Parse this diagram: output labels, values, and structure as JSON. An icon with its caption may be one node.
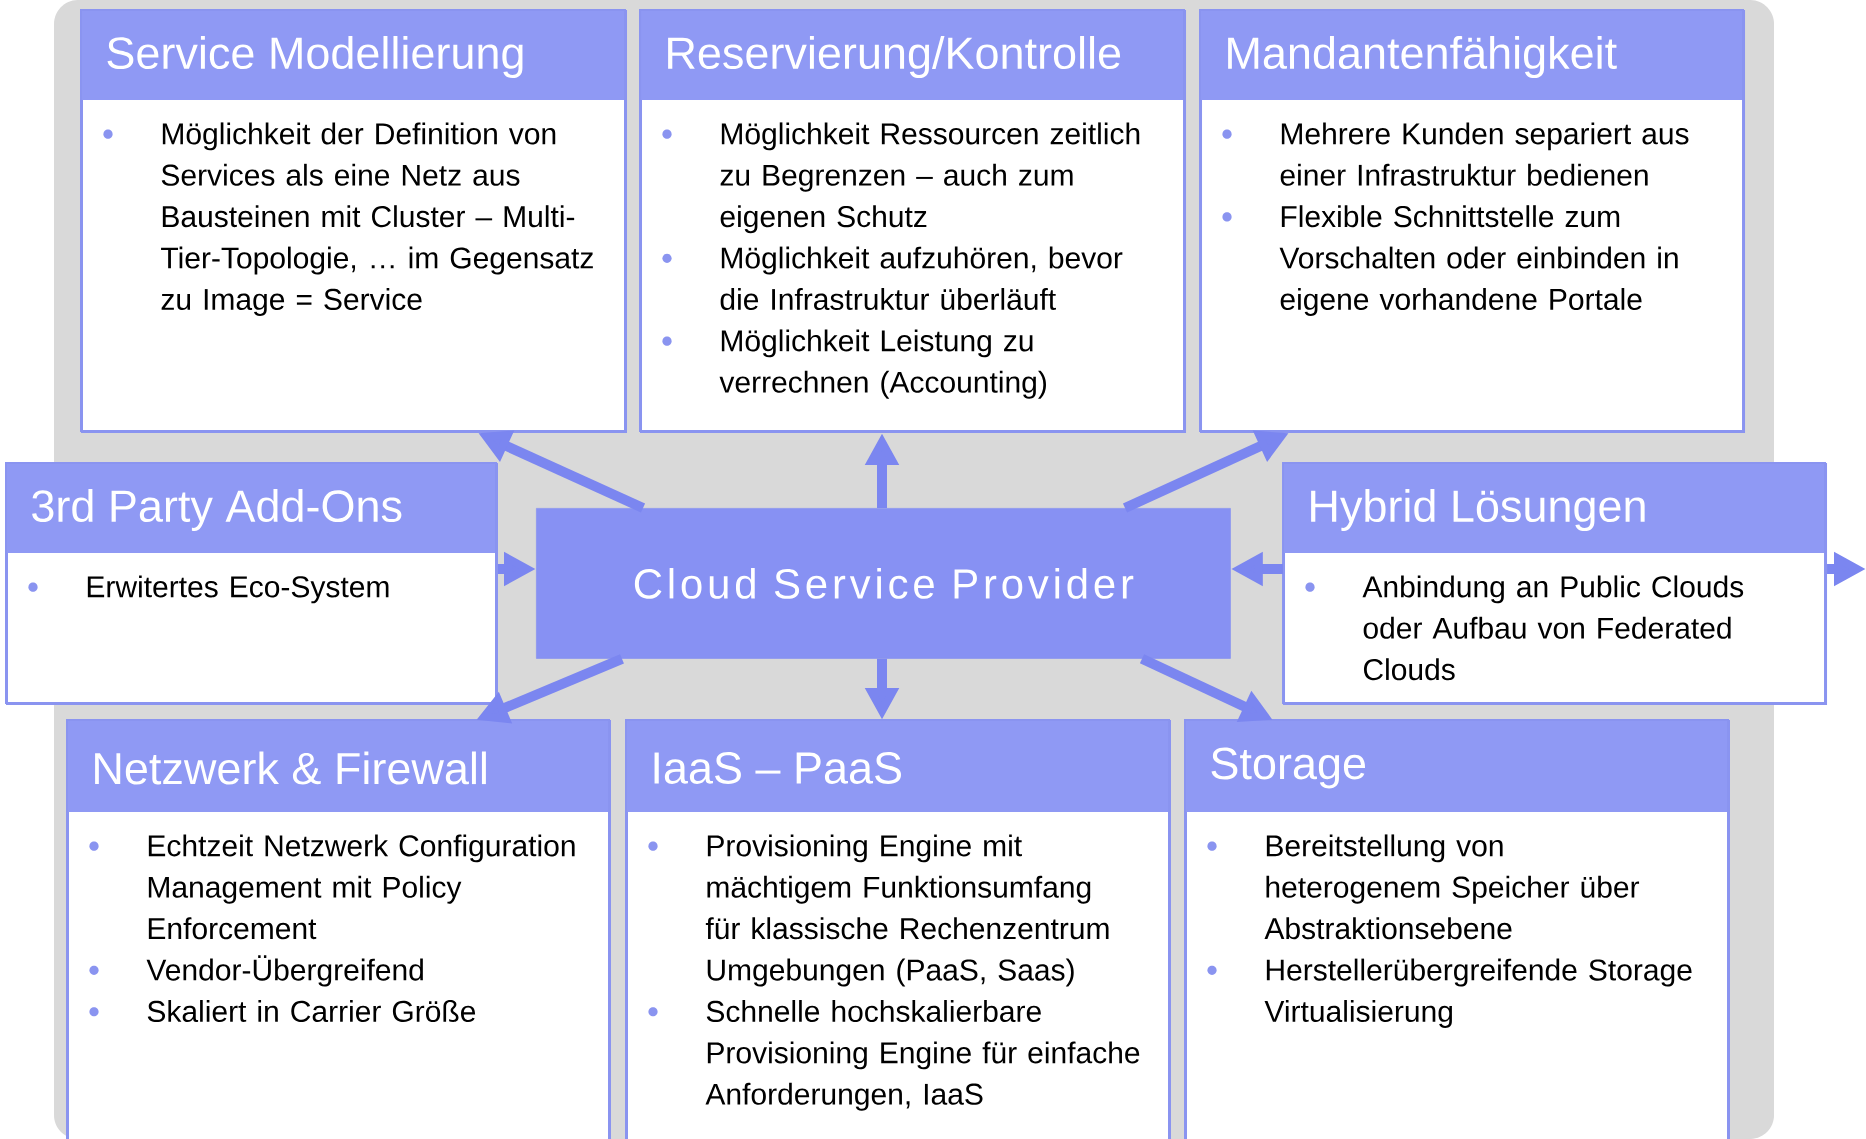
{
  "diagram": {
    "nodes": [
      {
        "text": [
          "Service Modellierung",
          "Möglichkeit der Definition von Services als eine Netz aus Bausteinen mit Cluster – Multi-Tier-Topologie, … im Gegensatz zu Image = Service"
        ]
      },
      {
        "text": [
          "Reservierung/Kontrolle",
          "Möglichkeit Ressourcen zeitlich zu Begrenzen – auch zum eigenen Schutz",
          "Möglichkeit aufzuhören, bevor die Infrastruktur überläuft",
          "Möglichkeit Leistung zu verrechnen (Accounting)"
        ]
      },
      {
        "text": [
          "Mandantenfähigkeit",
          "Mehrere Kunden separiert aus einer Infrastruktur bedienen",
          "Flexible Schnittstelle zum Vorschalten oder einbinden in eigene vorhandene Portale"
        ]
      },
      {
        "text": [
          "3rd Party Add-Ons",
          "Erwitertes Eco-System"
        ]
      },
      {
        "text": [
          "Cloud Service Provider"
        ]
      },
      {
        "text": [
          "Hybrid Lösungen",
          "Anbindung an Public Clouds oder Aufbau von Federated Clouds"
        ]
      },
      {
        "text": [
          "Netzwerk & Firewall",
          "Echtzeit Netzwerk Configuration Management mit Policy Enforcement",
          "Vendor-Übergreifend",
          "Skaliert in Carrier Größe"
        ]
      },
      {
        "text": [
          "IaaS – PaaS",
          "Provisioning Engine mit mächtigem Funktionsumfang für klassische Rechenzentrum Umgebungen (PaaS, Saas)",
          "Schnelle hochskalierbare Provisioning Engine für einfache Anforderungen, IaaS"
        ]
      },
      {
        "text": [
          "Storage",
          "Bereitstellung von heterogenem Speicher über Abstraktionsebene",
          "Herstellerübergreifende Storage Virtualisierung"
        ]
      }
    ],
    "edges": [
      {
        "from": 4,
        "to": 0,
        "arrow": "to"
      },
      {
        "from": 4,
        "to": 1,
        "arrow": "to"
      },
      {
        "from": 4,
        "to": 2,
        "arrow": "to"
      },
      {
        "from": 3,
        "to": 4,
        "arrow": "to"
      },
      {
        "from": 5,
        "to": 4,
        "arrow": "to"
      },
      {
        "from": 5,
        "to": null,
        "arrow": "to"
      },
      {
        "from": 4,
        "to": 6,
        "arrow": "to"
      },
      {
        "from": 4,
        "to": 7,
        "arrow": "to"
      },
      {
        "from": 4,
        "to": 8,
        "arrow": "to"
      }
    ]
  }
}
